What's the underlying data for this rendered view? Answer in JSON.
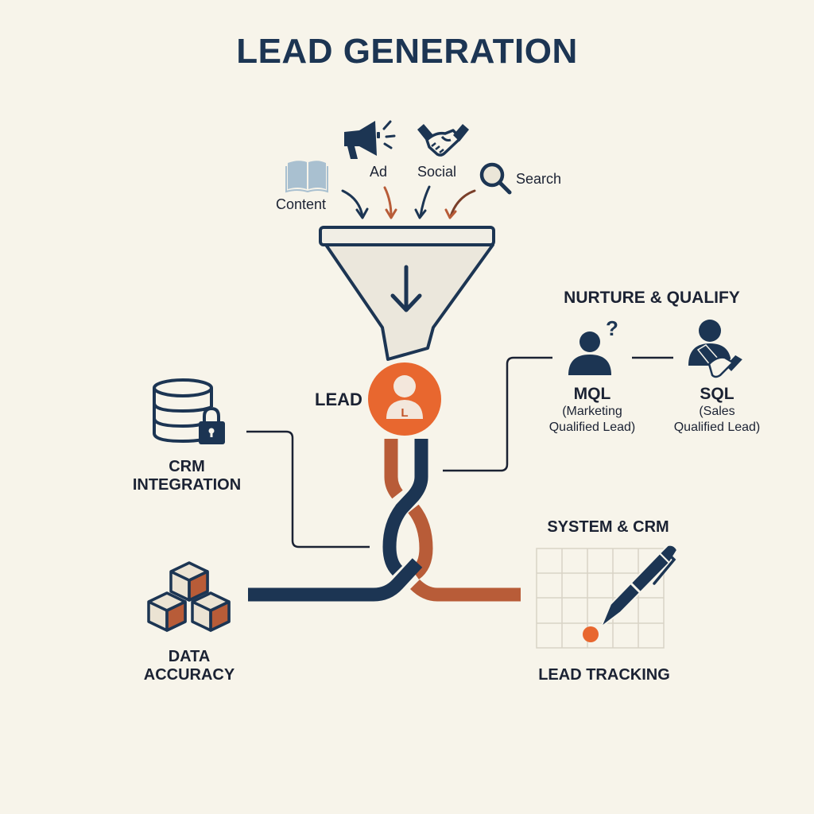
{
  "title": "LEAD GENERATION",
  "colors": {
    "navy": "#1c3553",
    "orange": "#e8672f",
    "rust": "#b85c38",
    "background": "#f7f4ea",
    "funnel_fill": "#ebe7dc",
    "book_blue": "#a9c0d0",
    "grid": "#d8d3c6"
  },
  "sources": [
    {
      "id": "content",
      "label": "Content",
      "icon": "open-book-icon"
    },
    {
      "id": "ad",
      "label": "Ad",
      "icon": "megaphone-icon"
    },
    {
      "id": "social",
      "label": "Social",
      "icon": "handshake-icon"
    },
    {
      "id": "search",
      "label": "Search",
      "icon": "magnifier-icon"
    }
  ],
  "funnel": {
    "icon": "funnel-icon",
    "arrow": "down-arrow-icon"
  },
  "lead": {
    "label": "LEAD",
    "badge_letter": "L",
    "icon": "lead-user-icon"
  },
  "nurture": {
    "heading": "NURTURE & QUALIFY",
    "mql": {
      "abbr": "MQL",
      "line1": "(Marketing",
      "line2": "Qualified Lead)"
    },
    "sql": {
      "abbr": "SQL",
      "line1": "(Sales",
      "line2": "Qualified Lead)"
    }
  },
  "crm_integration": {
    "line1": "CRM",
    "line2": "INTEGRATION"
  },
  "data_accuracy": {
    "line1": "DATA",
    "line2": "ACCURACY"
  },
  "system_crm": {
    "heading": "SYSTEM & CRM",
    "caption": "LEAD TRACKING"
  }
}
